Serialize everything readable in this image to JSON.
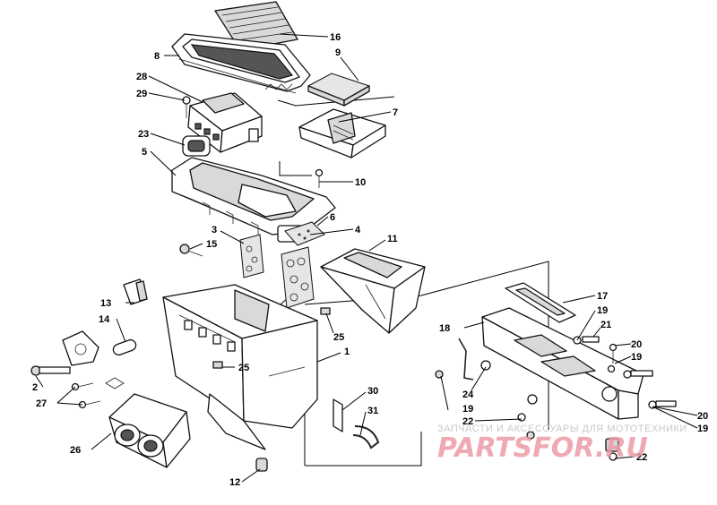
{
  "callouts": {
    "c1": "1",
    "c2": "2",
    "c3": "3",
    "c4": "4",
    "c5": "5",
    "c6": "6",
    "c7": "7",
    "c8": "8",
    "c9": "9",
    "c10": "10",
    "c11": "11",
    "c12": "12",
    "c13": "13",
    "c14": "14",
    "c15": "15",
    "c16": "16",
    "c17": "17",
    "c18": "18",
    "c19a": "19",
    "c19b": "19",
    "c19c": "19",
    "c19d": "19",
    "c20a": "20",
    "c20b": "20",
    "c21": "21",
    "c22a": "22",
    "c22b": "22",
    "c23": "23",
    "c24": "24",
    "c25a": "25",
    "c25b": "25",
    "c26": "26",
    "c27": "27",
    "c28": "28",
    "c29": "29",
    "c30": "30",
    "c31": "31"
  },
  "watermark": {
    "tagline": "ЗАПЧАСТИ И АКСЕССУАРЫ ДЛЯ МОТОТЕХНИКИ",
    "logo": "PARTSFOR.RU"
  },
  "colors": {
    "line": "#111111",
    "watermark_logo": "#ec9aa6",
    "watermark_text": "#c9c9c9"
  }
}
